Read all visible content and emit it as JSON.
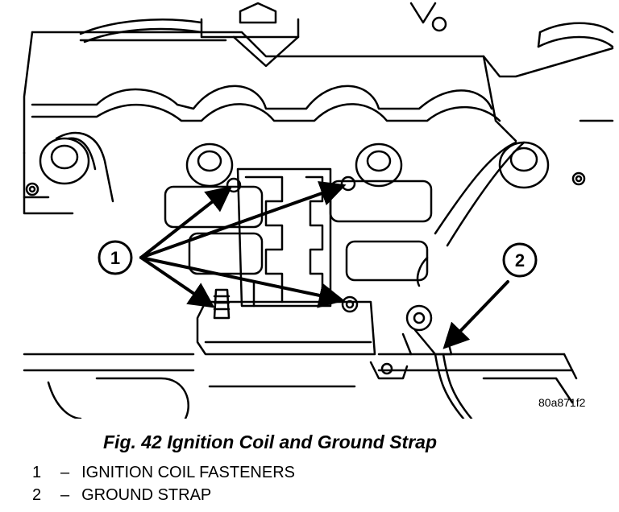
{
  "figure": {
    "code": "80a871f2",
    "caption": "Fig. 42 Ignition Coil and Ground Strap"
  },
  "callouts": [
    {
      "number": "1"
    },
    {
      "number": "2"
    }
  ],
  "legend": [
    {
      "number": "1",
      "separator": "–",
      "text": "IGNITION COIL FASTENERS"
    },
    {
      "number": "2",
      "separator": "–",
      "text": "GROUND STRAP"
    }
  ],
  "colors": {
    "ink": "#000000",
    "paper": "#ffffff"
  }
}
